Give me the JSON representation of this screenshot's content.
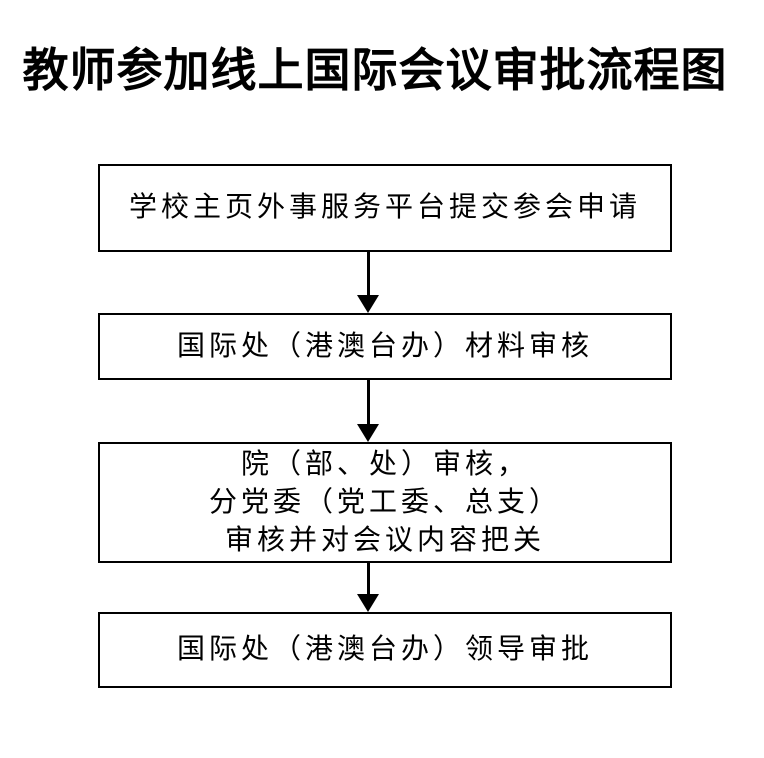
{
  "title": "教师参加线上国际会议审批流程图",
  "flowchart": {
    "steps": [
      {
        "id": "submit-application",
        "label": "学校主页外事服务平台提交参会申请"
      },
      {
        "id": "material-review",
        "label": "国际处（港澳台办）材料审核"
      },
      {
        "id": "department-review",
        "lines": [
          "院（部、处）审核，",
          "分党委（党工委、总支）",
          "审核并对会议内容把关"
        ]
      },
      {
        "id": "leader-approval",
        "label": "国际处（港澳台办）领导审批"
      }
    ],
    "connector_count": 3
  },
  "colors": {
    "background": "#ffffff",
    "text": "#000000",
    "box_border": "#000000",
    "arrow": "#000000"
  }
}
